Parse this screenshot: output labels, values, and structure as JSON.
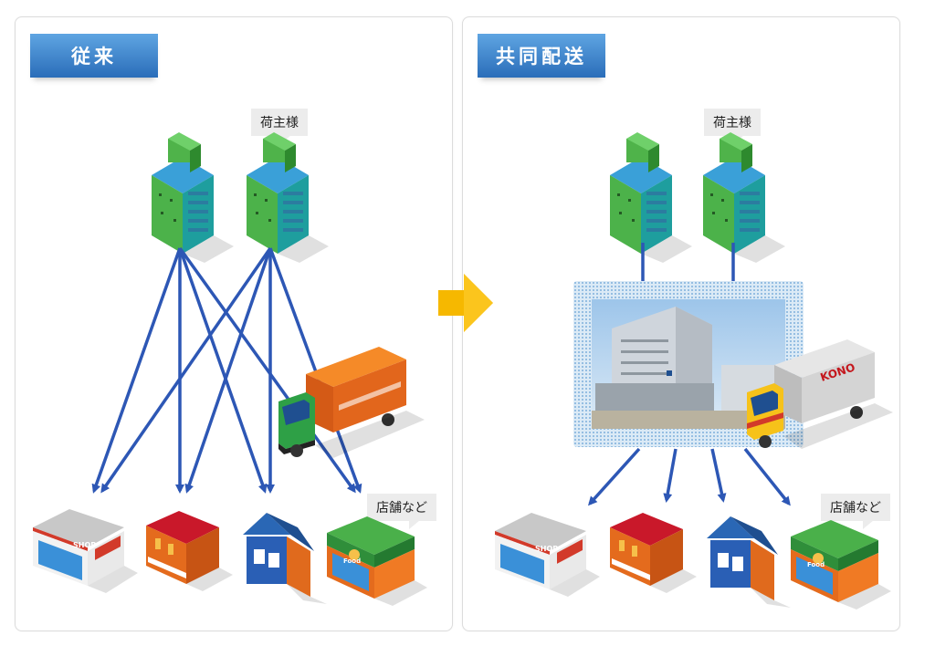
{
  "left_panel": {
    "title": "従来",
    "shipper_label": "荷主様",
    "stores_label": "店舗など"
  },
  "right_panel": {
    "title": "共同配送",
    "shipper_label": "荷主様",
    "stores_label": "店舗など",
    "truck_brand": "KONO"
  },
  "store_signs": {
    "convenience": "SHOP",
    "food": "Food"
  },
  "colors": {
    "arrow_blue": "#2d57b5",
    "badge_blue": "#3b82cc",
    "transition_arrow": "#f6b800",
    "building_green": "#4db34d",
    "building_teal": "#1ea3a3"
  }
}
